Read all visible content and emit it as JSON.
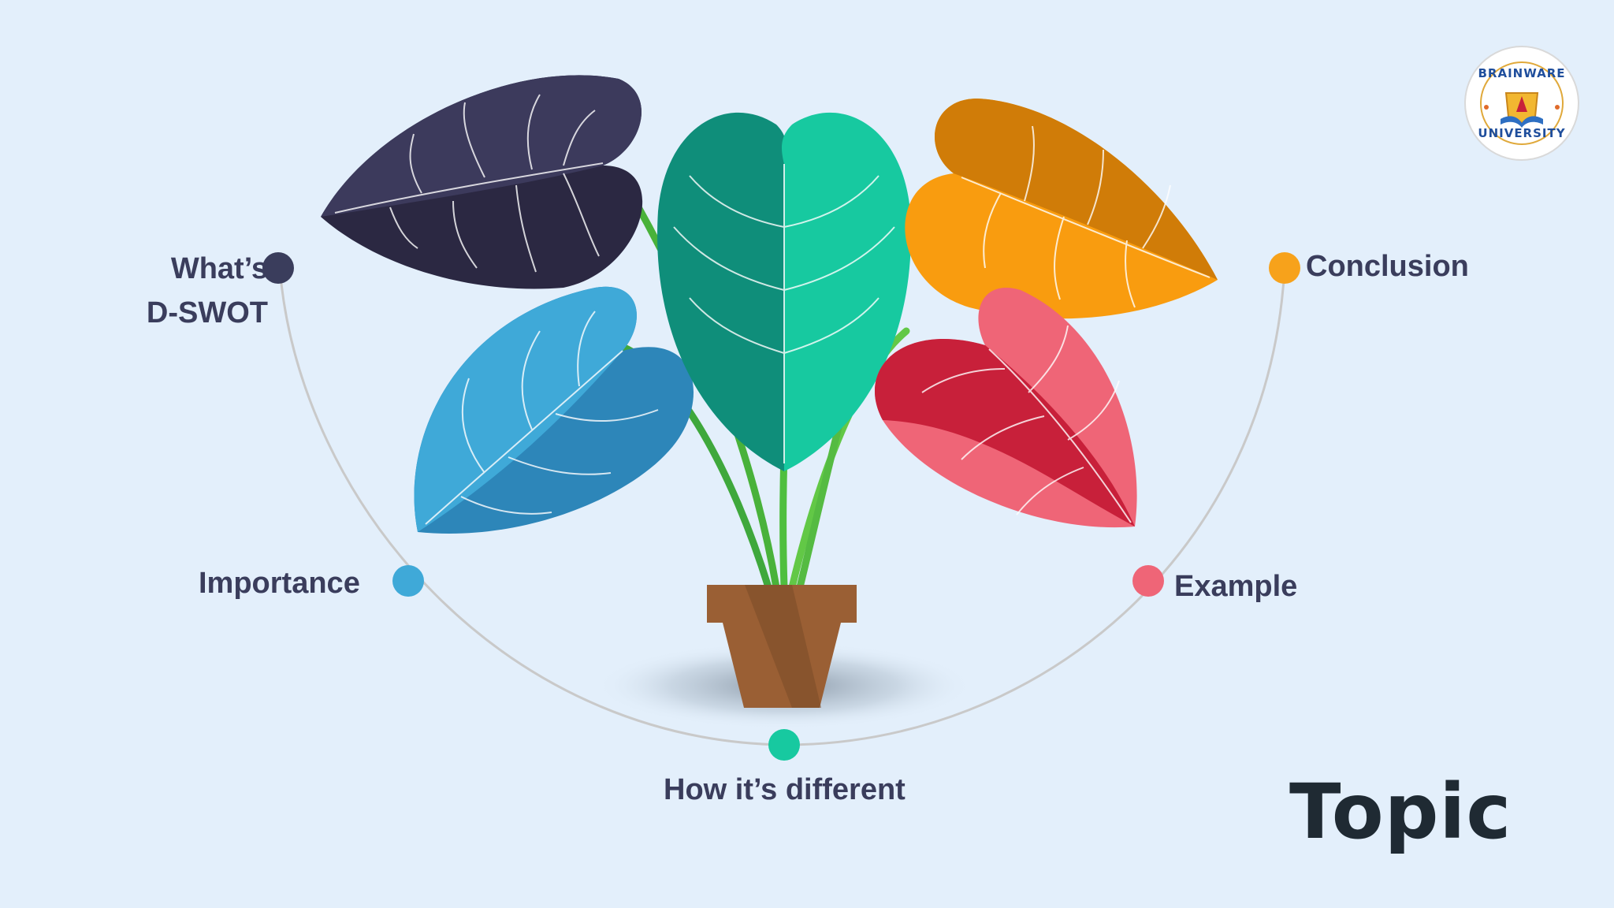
{
  "slide": {
    "title": "Topic",
    "colors": {
      "background": "#e3effb",
      "text": "#3a3d5c",
      "curve": "#c9c9c9",
      "navy": "#3a3d5c",
      "blue": "#3fa9d8",
      "green": "#17c9a0",
      "pink": "#ef6577",
      "orange": "#f7a21b",
      "pot": "#9a5f34"
    },
    "items": [
      {
        "line1": "What’s",
        "line2": "D-SWOT",
        "color": "navy"
      },
      {
        "label": "Importance",
        "color": "blue"
      },
      {
        "label": "How it’s different",
        "color": "green"
      },
      {
        "label": "Example",
        "color": "pink"
      },
      {
        "label": "Conclusion",
        "color": "orange"
      }
    ]
  },
  "logo": {
    "name_top": "BRAINWARE",
    "name_bottom": "UNIVERSITY"
  }
}
